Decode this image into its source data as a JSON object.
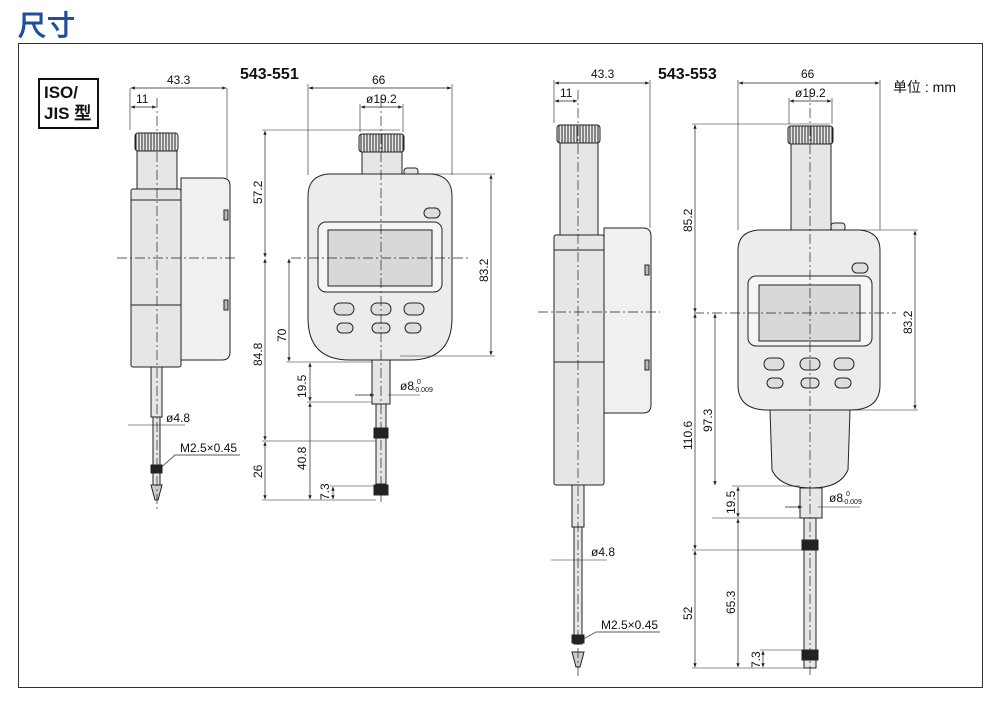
{
  "page_title": "尺寸",
  "iso_badge": {
    "line1": "ISO/",
    "line2": "JIS 型"
  },
  "unit_label": "单位 : mm",
  "model_551": {
    "name": "543-551",
    "dims": {
      "side_width": "43.3",
      "side_back": "11",
      "front_width": "66",
      "stem_dia": "ø19.2",
      "height_top": "57.2",
      "body_height": "83.2",
      "height_stem": "70",
      "total_lower": "84.8",
      "stem_len": "19.5",
      "spindle_dia": "ø8",
      "spindle_tol_upper": "0",
      "spindle_tol_lower": "-0.009",
      "spindle_travel": "40.8",
      "contact_len": "26",
      "tip_len": "7.3",
      "spindle_side_dia": "ø4.8",
      "thread": "M2.5×0.45"
    }
  },
  "model_553": {
    "name": "543-553",
    "dims": {
      "side_width": "43.3",
      "side_back": "11",
      "front_width": "66",
      "stem_dia": "ø19.2",
      "height_top": "85.2",
      "body_height": "83.2",
      "total_lower": "110.6",
      "height_stem": "97.3",
      "stem_len": "19.5",
      "spindle_dia": "ø8",
      "spindle_tol_upper": "0",
      "spindle_tol_lower": "-0.009",
      "spindle_travel": "65.3",
      "contact_len": "52",
      "tip_len": "7.3",
      "spindle_side_dia": "ø4.8",
      "thread": "M2.5×0.45"
    }
  }
}
